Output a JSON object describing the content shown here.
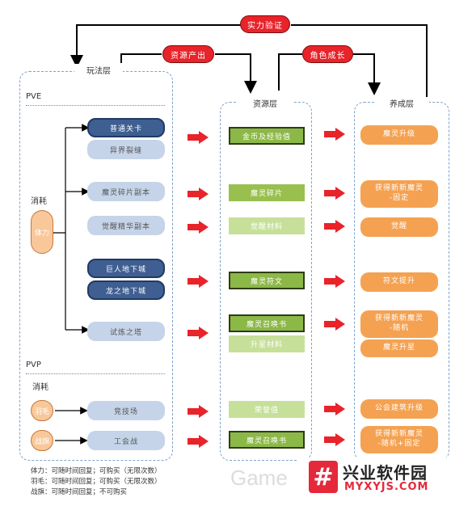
{
  "columns": {
    "play": "玩法层",
    "resource": "资源层",
    "growth": "养成层"
  },
  "top_labels": {
    "verify": "实力验证",
    "output": "资源产出",
    "grow": "角色成长"
  },
  "sections": {
    "pve": "PVE",
    "pvp": "PVP"
  },
  "consume": {
    "pve_label": "消耗",
    "pve_oval": "体力",
    "pvp_label": "消耗",
    "pvp_oval1": "羽毛",
    "pvp_oval2": "战旗"
  },
  "play_items": [
    "普通关卡",
    "异界裂缝",
    "魔灵碎片副本",
    "觉醒精华副本",
    "巨人地下城",
    "龙之地下城",
    "试炼之塔",
    "竞技场",
    "工会战"
  ],
  "resource_items": [
    "金币及经验值",
    "魔灵碎片",
    "觉醒材料",
    "魔灵符文",
    "魔灵召唤书",
    "升星材料",
    "荣誉值",
    "魔灵召唤书"
  ],
  "growth_items": [
    "魔灵升级",
    "获得新新魔灵\n-固定",
    "觉醒",
    "符文提升",
    "获得新新魔灵\n-随机",
    "魔灵升星",
    "公会建筑升级",
    "获得新新魔灵\n-随机+固定"
  ],
  "notes": [
    "体力：可随时间回复；可购买（无限次数）",
    "羽毛：可随时间回复；可购买（无限次数）",
    "战旗：可随时间回复；不可购买"
  ],
  "watermark": {
    "faint": "Game",
    "logo_char": "#",
    "title": "兴业软件园",
    "url": "MYXYJS.COM"
  },
  "colors": {
    "dark_blue": "#3f5f92",
    "light_blue": "#c5d4e8",
    "green": "#99c04f",
    "orange": "#f4a252",
    "red": "#e8232a"
  }
}
